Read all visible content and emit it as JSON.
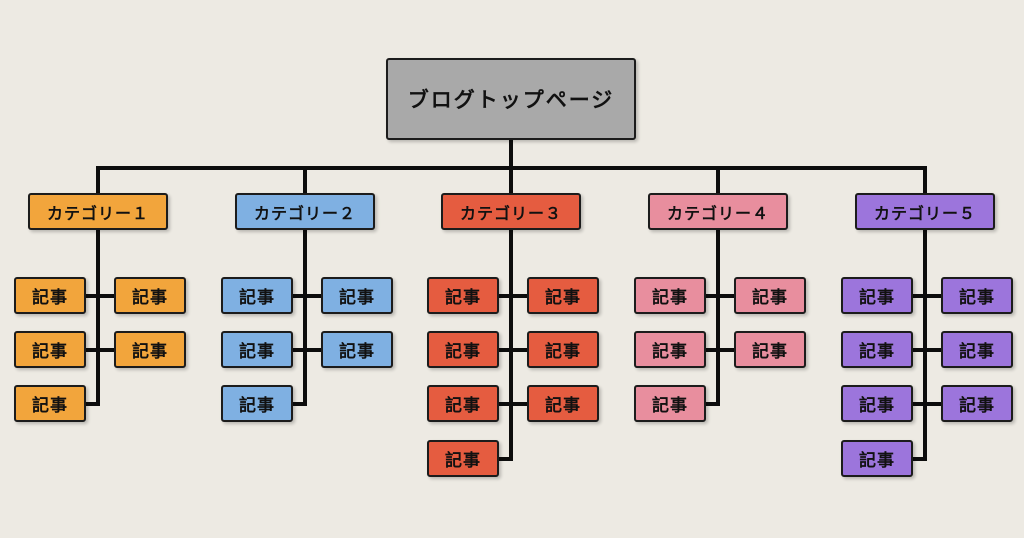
{
  "page": {
    "background": "#EDEAE3",
    "line_color": "#0D0D0D"
  },
  "root": {
    "label": "ブログトップページ",
    "color": "#A9A9A9"
  },
  "article_label": "記事",
  "categories": [
    {
      "label": "カテゴリー１",
      "color": "#F2A53C",
      "left": [
        "記事",
        "記事",
        "記事"
      ],
      "right": [
        "記事",
        "記事"
      ]
    },
    {
      "label": "カテゴリー２",
      "color": "#7FB0E2",
      "left": [
        "記事",
        "記事",
        "記事"
      ],
      "right": [
        "記事",
        "記事"
      ]
    },
    {
      "label": "カテゴリー３",
      "color": "#E55C40",
      "left": [
        "記事",
        "記事",
        "記事",
        "記事"
      ],
      "right": [
        "記事",
        "記事",
        "記事"
      ]
    },
    {
      "label": "カテゴリー４",
      "color": "#E88E9E",
      "left": [
        "記事",
        "記事",
        "記事"
      ],
      "right": [
        "記事",
        "記事"
      ]
    },
    {
      "label": "カテゴリー５",
      "color": "#9C75DC",
      "left": [
        "記事",
        "記事",
        "記事",
        "記事"
      ],
      "right": [
        "記事",
        "記事",
        "記事"
      ]
    }
  ]
}
